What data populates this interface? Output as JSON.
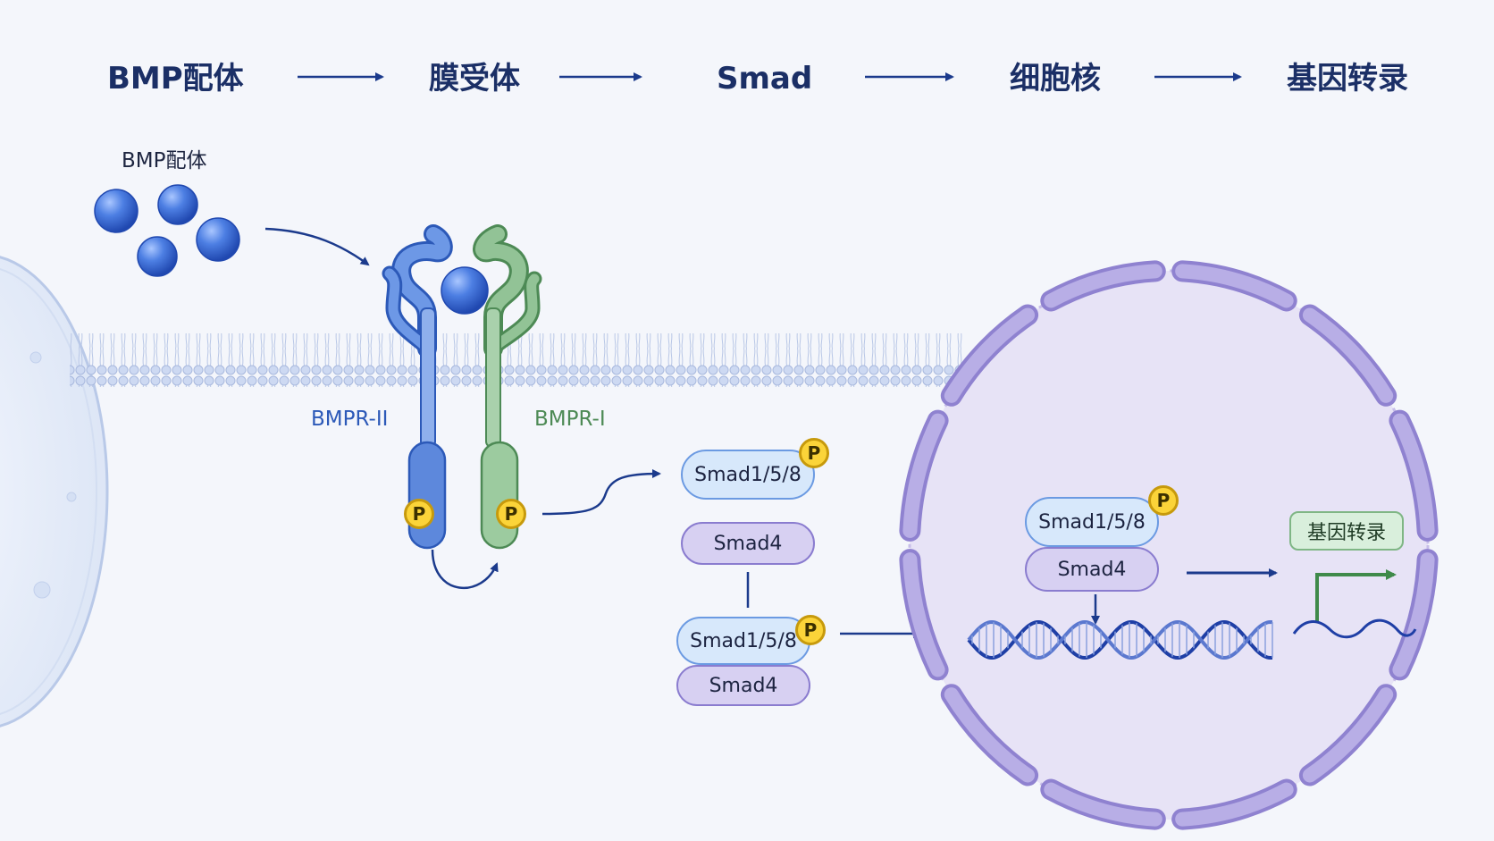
{
  "flow": {
    "step1": "BMP配体",
    "step2": "膜受体",
    "step3": "Smad",
    "step4": "细胞核",
    "step5": "基因转录"
  },
  "labels": {
    "ligand": "BMP配体",
    "bmpr2": "BMPR-II",
    "bmpr1": "BMPR-I",
    "phospho": "P",
    "smad158": "Smad1/5/8",
    "smad4": "Smad4",
    "transcription": "基因转录"
  },
  "colors": {
    "title": "#1b2f66",
    "arrow": "#1b3a8c",
    "ligand": "#3c6fd8",
    "bmpr2": "#4e7fd6",
    "bmpr1": "#6fa672",
    "nucleus_envelope": "#a99ae0",
    "dna": "#1f3fa6",
    "phospho_badge": "#fbd439"
  }
}
